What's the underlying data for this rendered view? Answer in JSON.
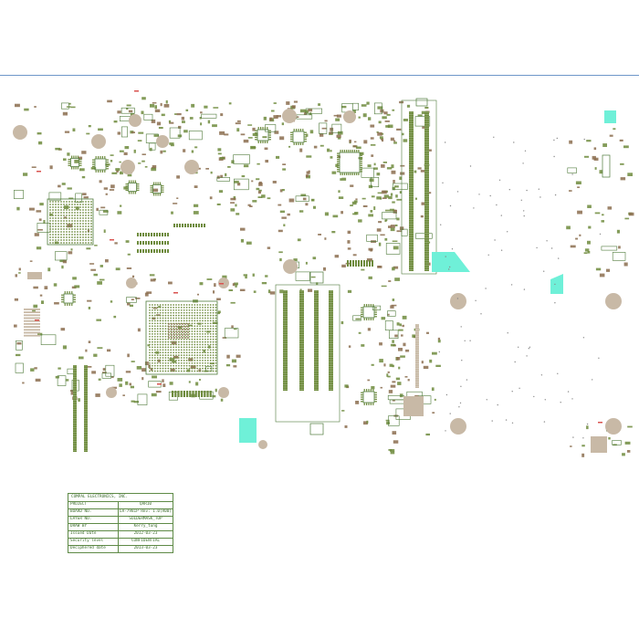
{
  "colors": {
    "trace_green": "#6e8b3d",
    "pad_tan": "#c8b9a6",
    "pad_brown": "#8b6d4f",
    "outline_green": "#4f7a3a",
    "cyan_copper": "#6ff0d8",
    "red_marker": "#d9534f",
    "top_line": "#6f97c9"
  },
  "title_block": {
    "company": "COMPAL ELECTRONICS, INC.",
    "rows": [
      {
        "key": "PROJECT",
        "value": "QAR10"
      },
      {
        "key": "BOARD NO.",
        "value": "LA-7981P  Rev: 1.0(A00)"
      },
      {
        "key": "LAYER NO.",
        "value": "SOLDERMASK_TOP"
      },
      {
        "key": "DRAW BY",
        "value": "Kerry_tung"
      },
      {
        "key": "Issued  Date",
        "value": "2012-03-23"
      },
      {
        "key": "Security level",
        "value": "CONFIDENTIAL"
      },
      {
        "key": "Deciphered date",
        "value": "2013-03-23"
      }
    ]
  }
}
